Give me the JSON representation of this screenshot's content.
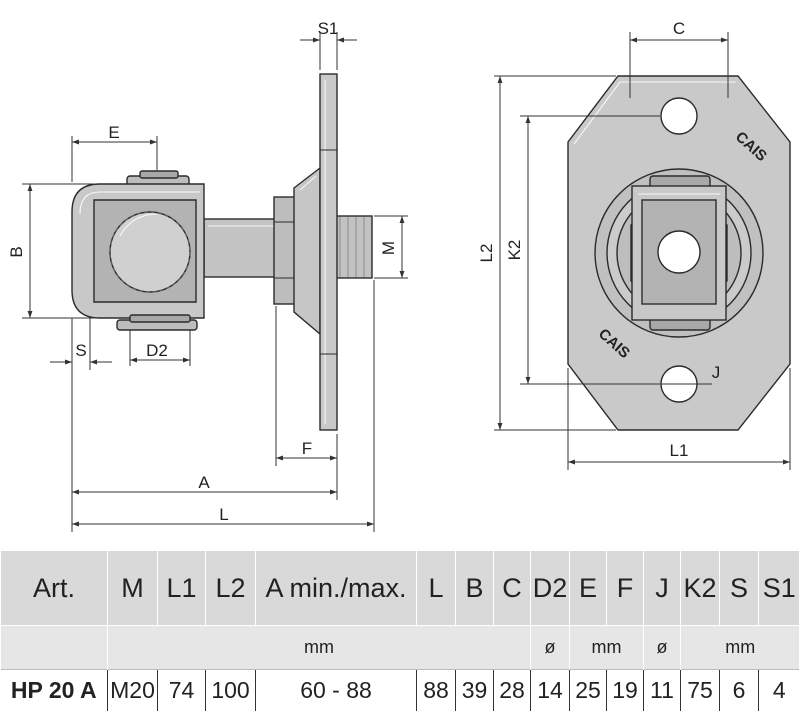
{
  "labels": {
    "s1": "S1",
    "e": "E",
    "b": "B",
    "m": "M",
    "s": "S",
    "d2": "D2",
    "f": "F",
    "a": "A",
    "l": "L",
    "c": "C",
    "l2": "L2",
    "k2": "K2",
    "j": "J",
    "l1": "L1",
    "brand_top": "CAIS",
    "brand_bottom": "CAIS"
  },
  "colors": {
    "metal": "#c9c9c9",
    "metal_dark": "#9a9a9a",
    "outline": "#2b2b2b",
    "table_header": "#d9d9d9",
    "table_units": "#e6e6e6"
  },
  "table": {
    "headers": [
      "Art.",
      "M",
      "L1",
      "L2",
      "A min./max.",
      "L",
      "B",
      "C",
      "D2",
      "E",
      "F",
      "J",
      "K2",
      "S",
      "S1"
    ],
    "units": {
      "mm_1": "mm",
      "dia_1": "ø",
      "mm_2": "mm",
      "dia_2": "ø",
      "mm_3": "mm"
    },
    "row": [
      "HP 20 A",
      "M20",
      "74",
      "100",
      "60 - 88",
      "88",
      "39",
      "28",
      "14",
      "25",
      "19",
      "11",
      "75",
      "6",
      "4"
    ]
  }
}
